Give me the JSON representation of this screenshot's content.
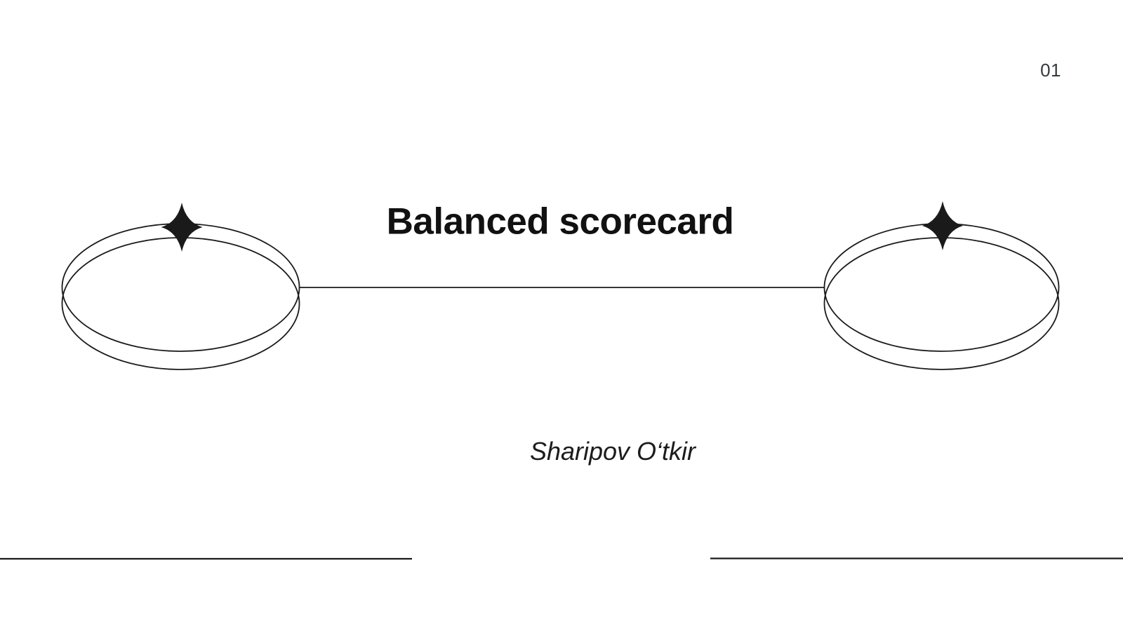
{
  "slide": {
    "page_number": "01",
    "title": "Balanced scorecard",
    "author": "Sharipov O‘tkir"
  },
  "colors": {
    "background": "#ffffff",
    "ink": "#1a1a1a",
    "title_text": "#111111",
    "subtitle_text": "#1c1c1c",
    "page_number_text": "#343a40"
  },
  "decor": {
    "left_ring": "double-ellipse-ring",
    "right_ring": "double-ellipse-ring",
    "left_sparkle": "four-point-sparkle-icon",
    "right_sparkle": "four-point-sparkle-icon",
    "connector": "horizontal-connector-line",
    "footer_rules": "two-horizontal-rules"
  }
}
